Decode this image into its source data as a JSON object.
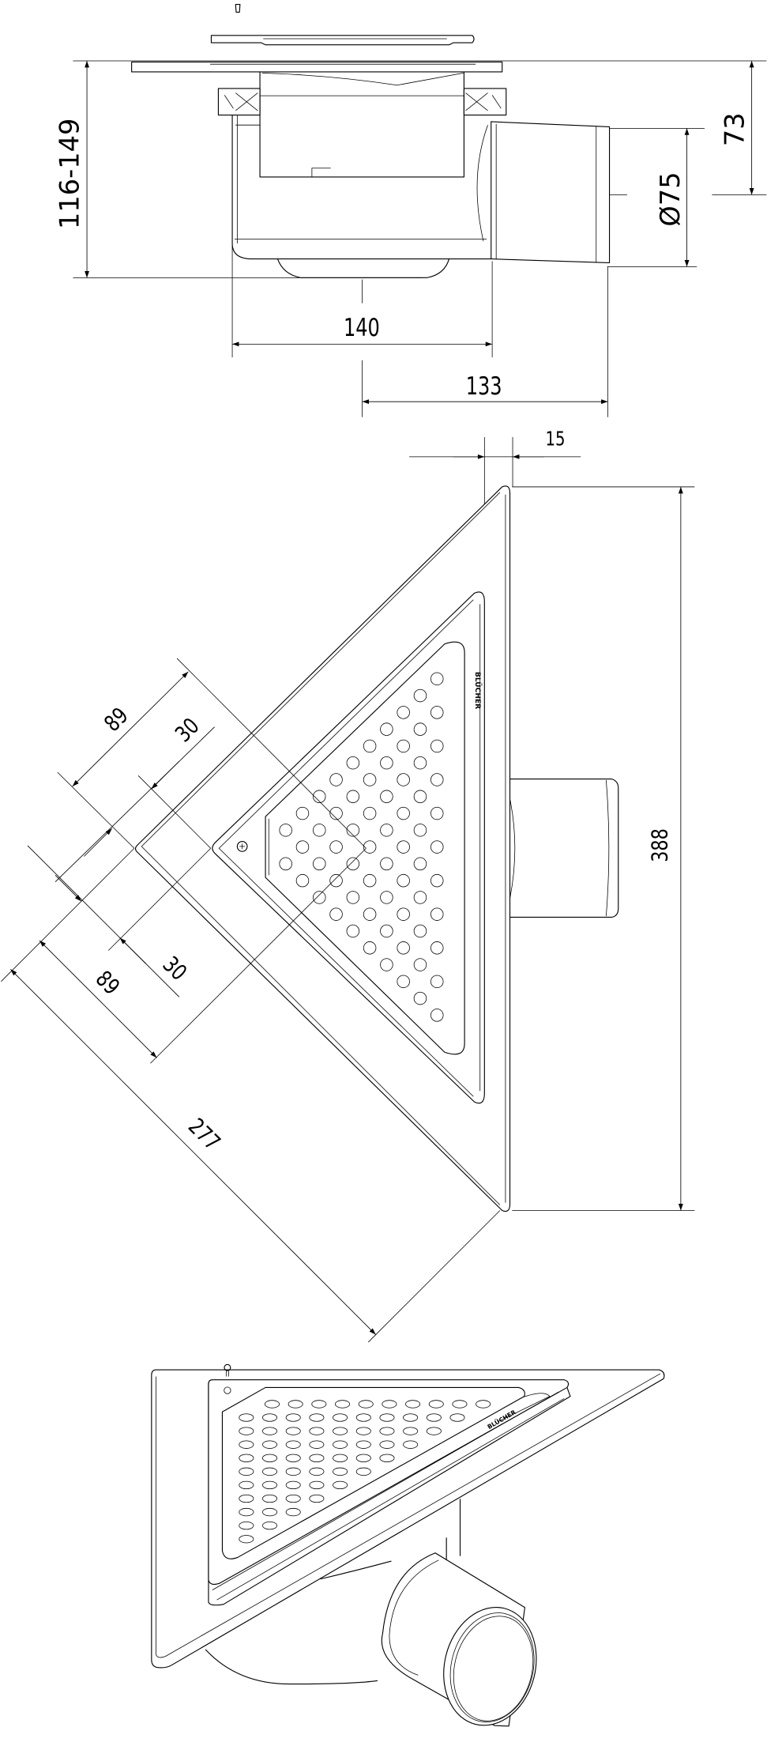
{
  "drawing": {
    "side_view": {
      "height_range": "116-149",
      "outlet_height": "73",
      "outlet_diameter": "Ø75",
      "body_width": "140",
      "outlet_length": "133"
    },
    "plan_view": {
      "flange_offset": "15",
      "overall_length": "388",
      "diag_upper_outer": "89",
      "diag_upper_inner": "30",
      "diag_lower_inner": "30",
      "diag_lower_outer": "89",
      "edge_length": "277",
      "logo": "BLÜCHER"
    },
    "iso_view": {
      "logo": "BLÜCHER"
    }
  },
  "colors": {
    "line": "#000000",
    "background": "#ffffff"
  }
}
